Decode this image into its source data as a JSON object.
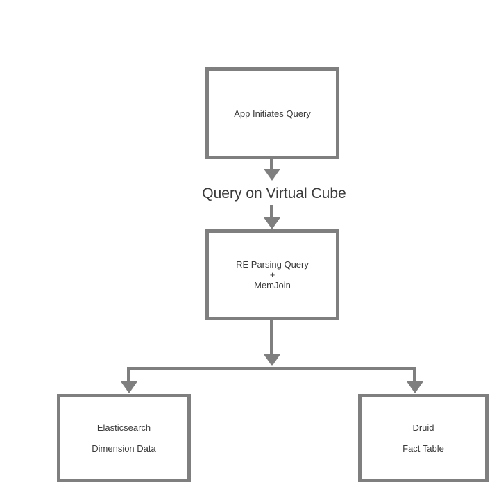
{
  "diagram": {
    "type": "flowchart",
    "connector_label": "Query on Virtual Cube",
    "nodes": {
      "app": {
        "label": "App Initiates Query"
      },
      "parse": {
        "lines": [
          "RE Parsing Query",
          "+",
          "MemJoin"
        ]
      },
      "elasticsearch": {
        "lines": [
          "Elasticsearch",
          "Dimension Data"
        ]
      },
      "druid": {
        "lines": [
          "Druid",
          "Fact Table"
        ]
      }
    },
    "icons": {
      "arrowhead": "filled-triangle-down"
    },
    "colors": {
      "line": "#7f7f7f",
      "text": "#3a3a3a",
      "background": "#ffffff"
    }
  }
}
